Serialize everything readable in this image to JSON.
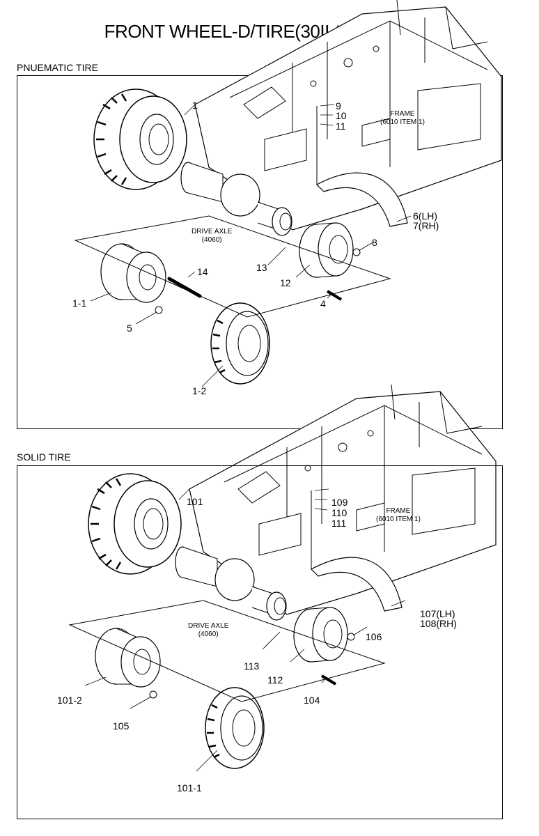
{
  "title": "FRONT WHEEL-D/TIRE(30II,#2101-,OPT)",
  "sections": [
    {
      "label": "PNUEMATIC TIRE",
      "frame_label": [
        "FRAME",
        "(6010 ITEM 1)"
      ],
      "axle_label": [
        "DRIVE AXLE",
        "(4060)"
      ],
      "callouts": {
        "tire_dual": "1",
        "bolt_top": "9",
        "washer_top": "10",
        "washer_bottom": "11",
        "fender": "6(LH)",
        "fender_rh": "7(RH)",
        "nut_hub": "8",
        "hub_bolt": "13",
        "spacer": "12",
        "stud": "4",
        "pin": "14",
        "rim": "1-1",
        "nut_rim": "5",
        "tire_single": "1-2"
      }
    },
    {
      "label": "SOLID TIRE",
      "frame_label": [
        "FRAME",
        "(6010 ITEM 1)"
      ],
      "axle_label": [
        "DRIVE AXLE",
        "(4060)"
      ],
      "callouts": {
        "tire_dual": "101",
        "bolt_top": "109",
        "washer_top": "110",
        "washer_bottom": "111",
        "fender": "107(LH)",
        "fender_rh": "108(RH)",
        "nut_hub": "106",
        "hub_bolt": "113",
        "spacer": "112",
        "stud": "104",
        "rim": "101-2",
        "nut_rim": "105",
        "tire_single": "101-1"
      }
    }
  ]
}
